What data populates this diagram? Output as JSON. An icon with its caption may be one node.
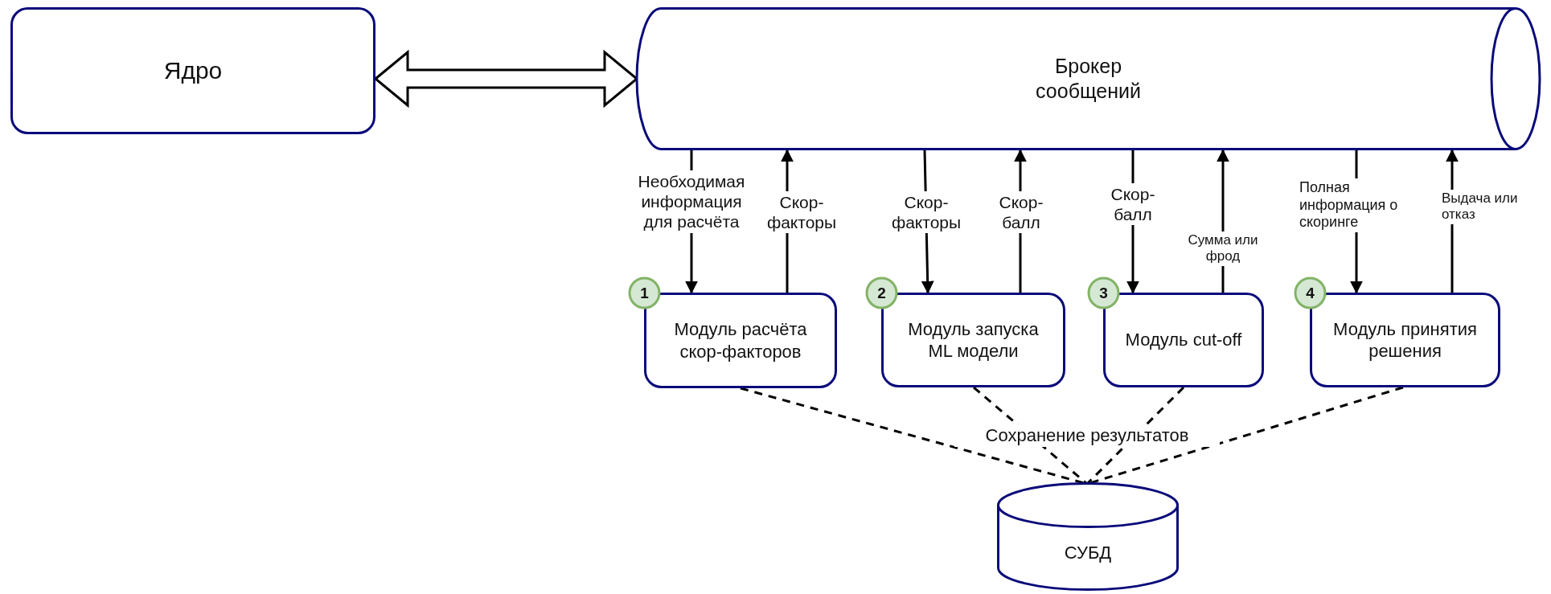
{
  "diagram": {
    "nodes": [
      {
        "text": [
          "Ядро"
        ]
      },
      {
        "text": [
          "Брокер сообщений"
        ]
      },
      {
        "text": [
          "Модуль расчёта скор-факторов"
        ]
      },
      {
        "text": [
          "1"
        ]
      },
      {
        "text": [
          "Модуль запуска ML модели"
        ]
      },
      {
        "text": [
          "2"
        ]
      },
      {
        "text": [
          "Модуль cut-off"
        ]
      },
      {
        "text": [
          "3"
        ]
      },
      {
        "text": [
          "Модуль принятия решения"
        ]
      },
      {
        "text": [
          "4"
        ]
      },
      {
        "text": [
          "СУБД"
        ]
      }
    ],
    "edges": [
      {
        "from": 0,
        "to": 1,
        "arrow": "both",
        "style": "thick"
      },
      {
        "from": 1,
        "to": 2,
        "arrow": "to",
        "label": "Необходимая информация для расчёта"
      },
      {
        "from": 2,
        "to": 1,
        "arrow": "to",
        "label": "Скор-факторы"
      },
      {
        "from": 1,
        "to": 4,
        "arrow": "to",
        "label": "Скор-факторы"
      },
      {
        "from": 4,
        "to": 1,
        "arrow": "to",
        "label": "Скор-балл"
      },
      {
        "from": 1,
        "to": 6,
        "arrow": "to",
        "label": "Скор-балл"
      },
      {
        "from": 6,
        "to": 1,
        "arrow": "to",
        "label": "Сумма или фрод"
      },
      {
        "from": 1,
        "to": 8,
        "arrow": "to",
        "label": "Полная информация о скоринге"
      },
      {
        "from": 8,
        "to": 1,
        "arrow": "to",
        "label": "Выдача или отказ"
      },
      {
        "from": 2,
        "to": 10,
        "arrow": "none",
        "style": "dashed"
      },
      {
        "from": 4,
        "to": 10,
        "arrow": "none",
        "style": "dashed"
      },
      {
        "from": 6,
        "to": 10,
        "arrow": "none",
        "style": "dashed"
      },
      {
        "from": 8,
        "to": 10,
        "arrow": "none",
        "style": "dashed"
      }
    ],
    "labels": [
      "Сохранение результатов"
    ]
  }
}
